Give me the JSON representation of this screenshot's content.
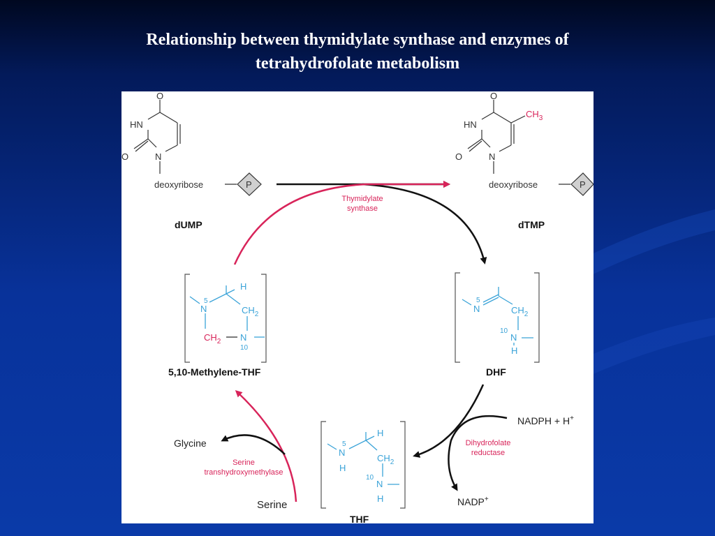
{
  "slide": {
    "title_line1": "Relationship between thymidylate synthase and enzymes of",
    "title_line2": "tetrahydrofolate metabolism"
  },
  "colors": {
    "background": "#08329a",
    "arrow_pink": "#d8245a",
    "arrow_black": "#111111",
    "bond_blue": "#3aa3d8",
    "panel": "#ffffff"
  },
  "molecules": {
    "dump": {
      "name": "dUMP",
      "atoms": {
        "o_top": "O",
        "hn": "HN",
        "o_left": "O",
        "n": "N",
        "sugar": "deoxyribose",
        "phosphate": "P"
      }
    },
    "dtmp": {
      "name": "dTMP",
      "atoms": {
        "o_top": "O",
        "hn": "HN",
        "o_left": "O",
        "n": "N",
        "methyl": "CH",
        "methyl_sub": "3",
        "sugar": "deoxyribose",
        "phosphate": "P"
      }
    },
    "methylene_thf": {
      "name": "5,10-Methylene-THF",
      "atoms": {
        "n5": "N",
        "n5_num": "5",
        "h": "H",
        "ch2": "CH",
        "ch2_sub": "2",
        "bridge_ch2": "CH",
        "bridge_sub": "2",
        "n10": "N",
        "n10_num": "10"
      }
    },
    "dhf": {
      "name": "DHF",
      "atoms": {
        "n5": "N",
        "n5_num": "5",
        "ch2": "CH",
        "ch2_sub": "2",
        "n10": "N",
        "n10_num": "10",
        "h": "H"
      }
    },
    "thf": {
      "name": "THF",
      "atoms": {
        "n5": "N",
        "n5_num": "5",
        "h_top": "H",
        "h_n5": "H",
        "ch2": "CH",
        "ch2_sub": "2",
        "n10": "N",
        "n10_num": "10",
        "h_n10": "H"
      }
    }
  },
  "enzymes": {
    "thymidylate_synthase": [
      "Thymidylate",
      "synthase"
    ],
    "dihydrofolate_reductase": [
      "Dihydrofolate",
      "reductase"
    ],
    "serine_transhydroxymethylase": [
      "Serine",
      "transhydroxymethylase"
    ]
  },
  "cofactors": {
    "nadph": "NADPH + H",
    "nadph_sup": "+",
    "nadp": "NADP",
    "nadp_sup": "+",
    "glycine": "Glycine",
    "serine": "Serine"
  }
}
